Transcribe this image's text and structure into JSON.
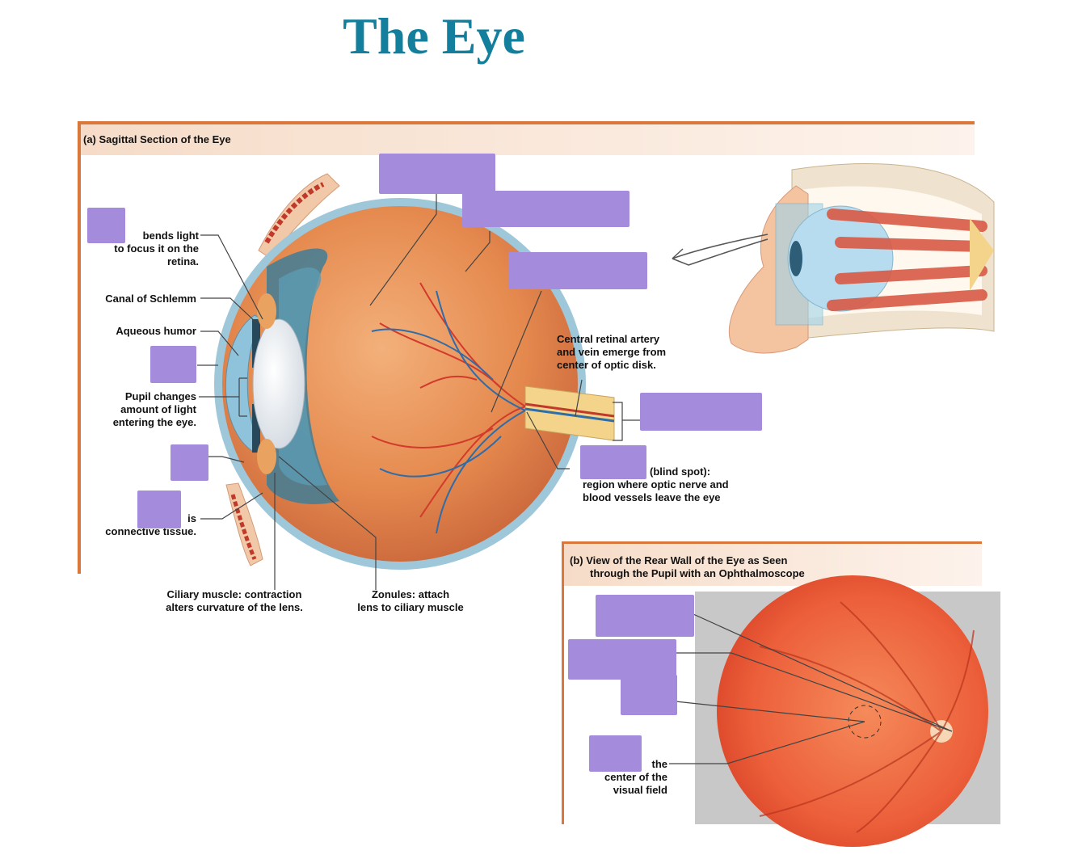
{
  "title": "The Eye",
  "panel_a": {
    "heading": "(a) Sagittal Section of the Eye",
    "labels": {
      "lens": [
        "bends light",
        "to focus it on the",
        "retina."
      ],
      "canal": "Canal of Schlemm",
      "aqueous": "Aqueous humor",
      "pupil": [
        "Pupil changes",
        "amount of light",
        "entering the eye."
      ],
      "sclera": [
        "is",
        "connective tissue."
      ],
      "ciliary": [
        "Ciliary muscle: contraction",
        "alters curvature of the lens."
      ],
      "zonules": [
        "Zonules: attach",
        "lens to ciliary muscle"
      ],
      "artery": [
        "Central retinal artery",
        "and vein emerge from",
        "center of optic disk."
      ],
      "blind": [
        "(blind spot):",
        "region where optic nerve and",
        "blood vessels leave the eye"
      ]
    }
  },
  "panel_b": {
    "heading": [
      "(b) View of the Rear Wall of the Eye as Seen",
      "through the Pupil with an Ophthalmoscope"
    ],
    "labels": {
      "fovea": [
        "the",
        "center of the",
        "visual field"
      ]
    }
  },
  "colors": {
    "title": "#137f9d",
    "blank": "#a58bdb",
    "panel_border": "#d9783a",
    "retina": "#e8643a"
  }
}
